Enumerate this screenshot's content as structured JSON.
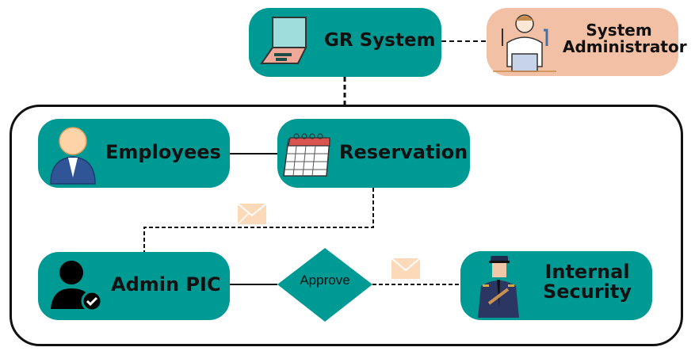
{
  "diagram": {
    "colors": {
      "node_fill": "#009a94",
      "admin_fill": "#f2c0a4",
      "envelope": "#fcd9b8",
      "line": "#111111"
    },
    "nodes": {
      "gr_system": {
        "label": "GR System",
        "icon": "laptop-icon"
      },
      "system_admin": {
        "label_line1": "System",
        "label_line2": "Administrator",
        "icon": "technician-icon"
      },
      "employees": {
        "label": "Employees",
        "icon": "employee-avatar-icon"
      },
      "reservation": {
        "label": "Reservation",
        "icon": "calendar-icon"
      },
      "admin_pic": {
        "label": "Admin PIC",
        "icon": "verified-user-icon"
      },
      "approve": {
        "label": "Approve",
        "shape": "decision-diamond"
      },
      "internal_security": {
        "label_line1": "Internal",
        "label_line2": "Security",
        "icon": "security-guard-icon"
      }
    },
    "connections": [
      {
        "from": "gr_system",
        "to": "system_admin",
        "style": "dashed"
      },
      {
        "from": "gr_system",
        "to": "boundary",
        "style": "dashed"
      },
      {
        "from": "employees",
        "to": "reservation",
        "style": "solid"
      },
      {
        "from": "reservation",
        "to": "admin_pic",
        "style": "dashed",
        "message": "envelope-icon"
      },
      {
        "from": "admin_pic",
        "to": "approve",
        "style": "solid"
      },
      {
        "from": "approve",
        "to": "internal_security",
        "style": "dashed",
        "message": "envelope-icon"
      }
    ]
  }
}
